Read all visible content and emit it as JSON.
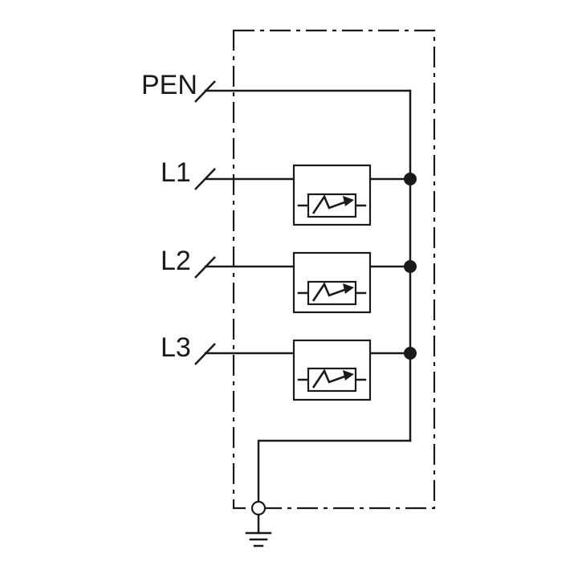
{
  "labels": {
    "pen": "PEN",
    "l1": "L1",
    "l2": "L2",
    "l3": "L3"
  },
  "colors": {
    "line": "#1a1a1a",
    "background": "#ffffff"
  },
  "icons": {
    "protector": "surge-arrester-icon",
    "ground": "ground-icon"
  }
}
